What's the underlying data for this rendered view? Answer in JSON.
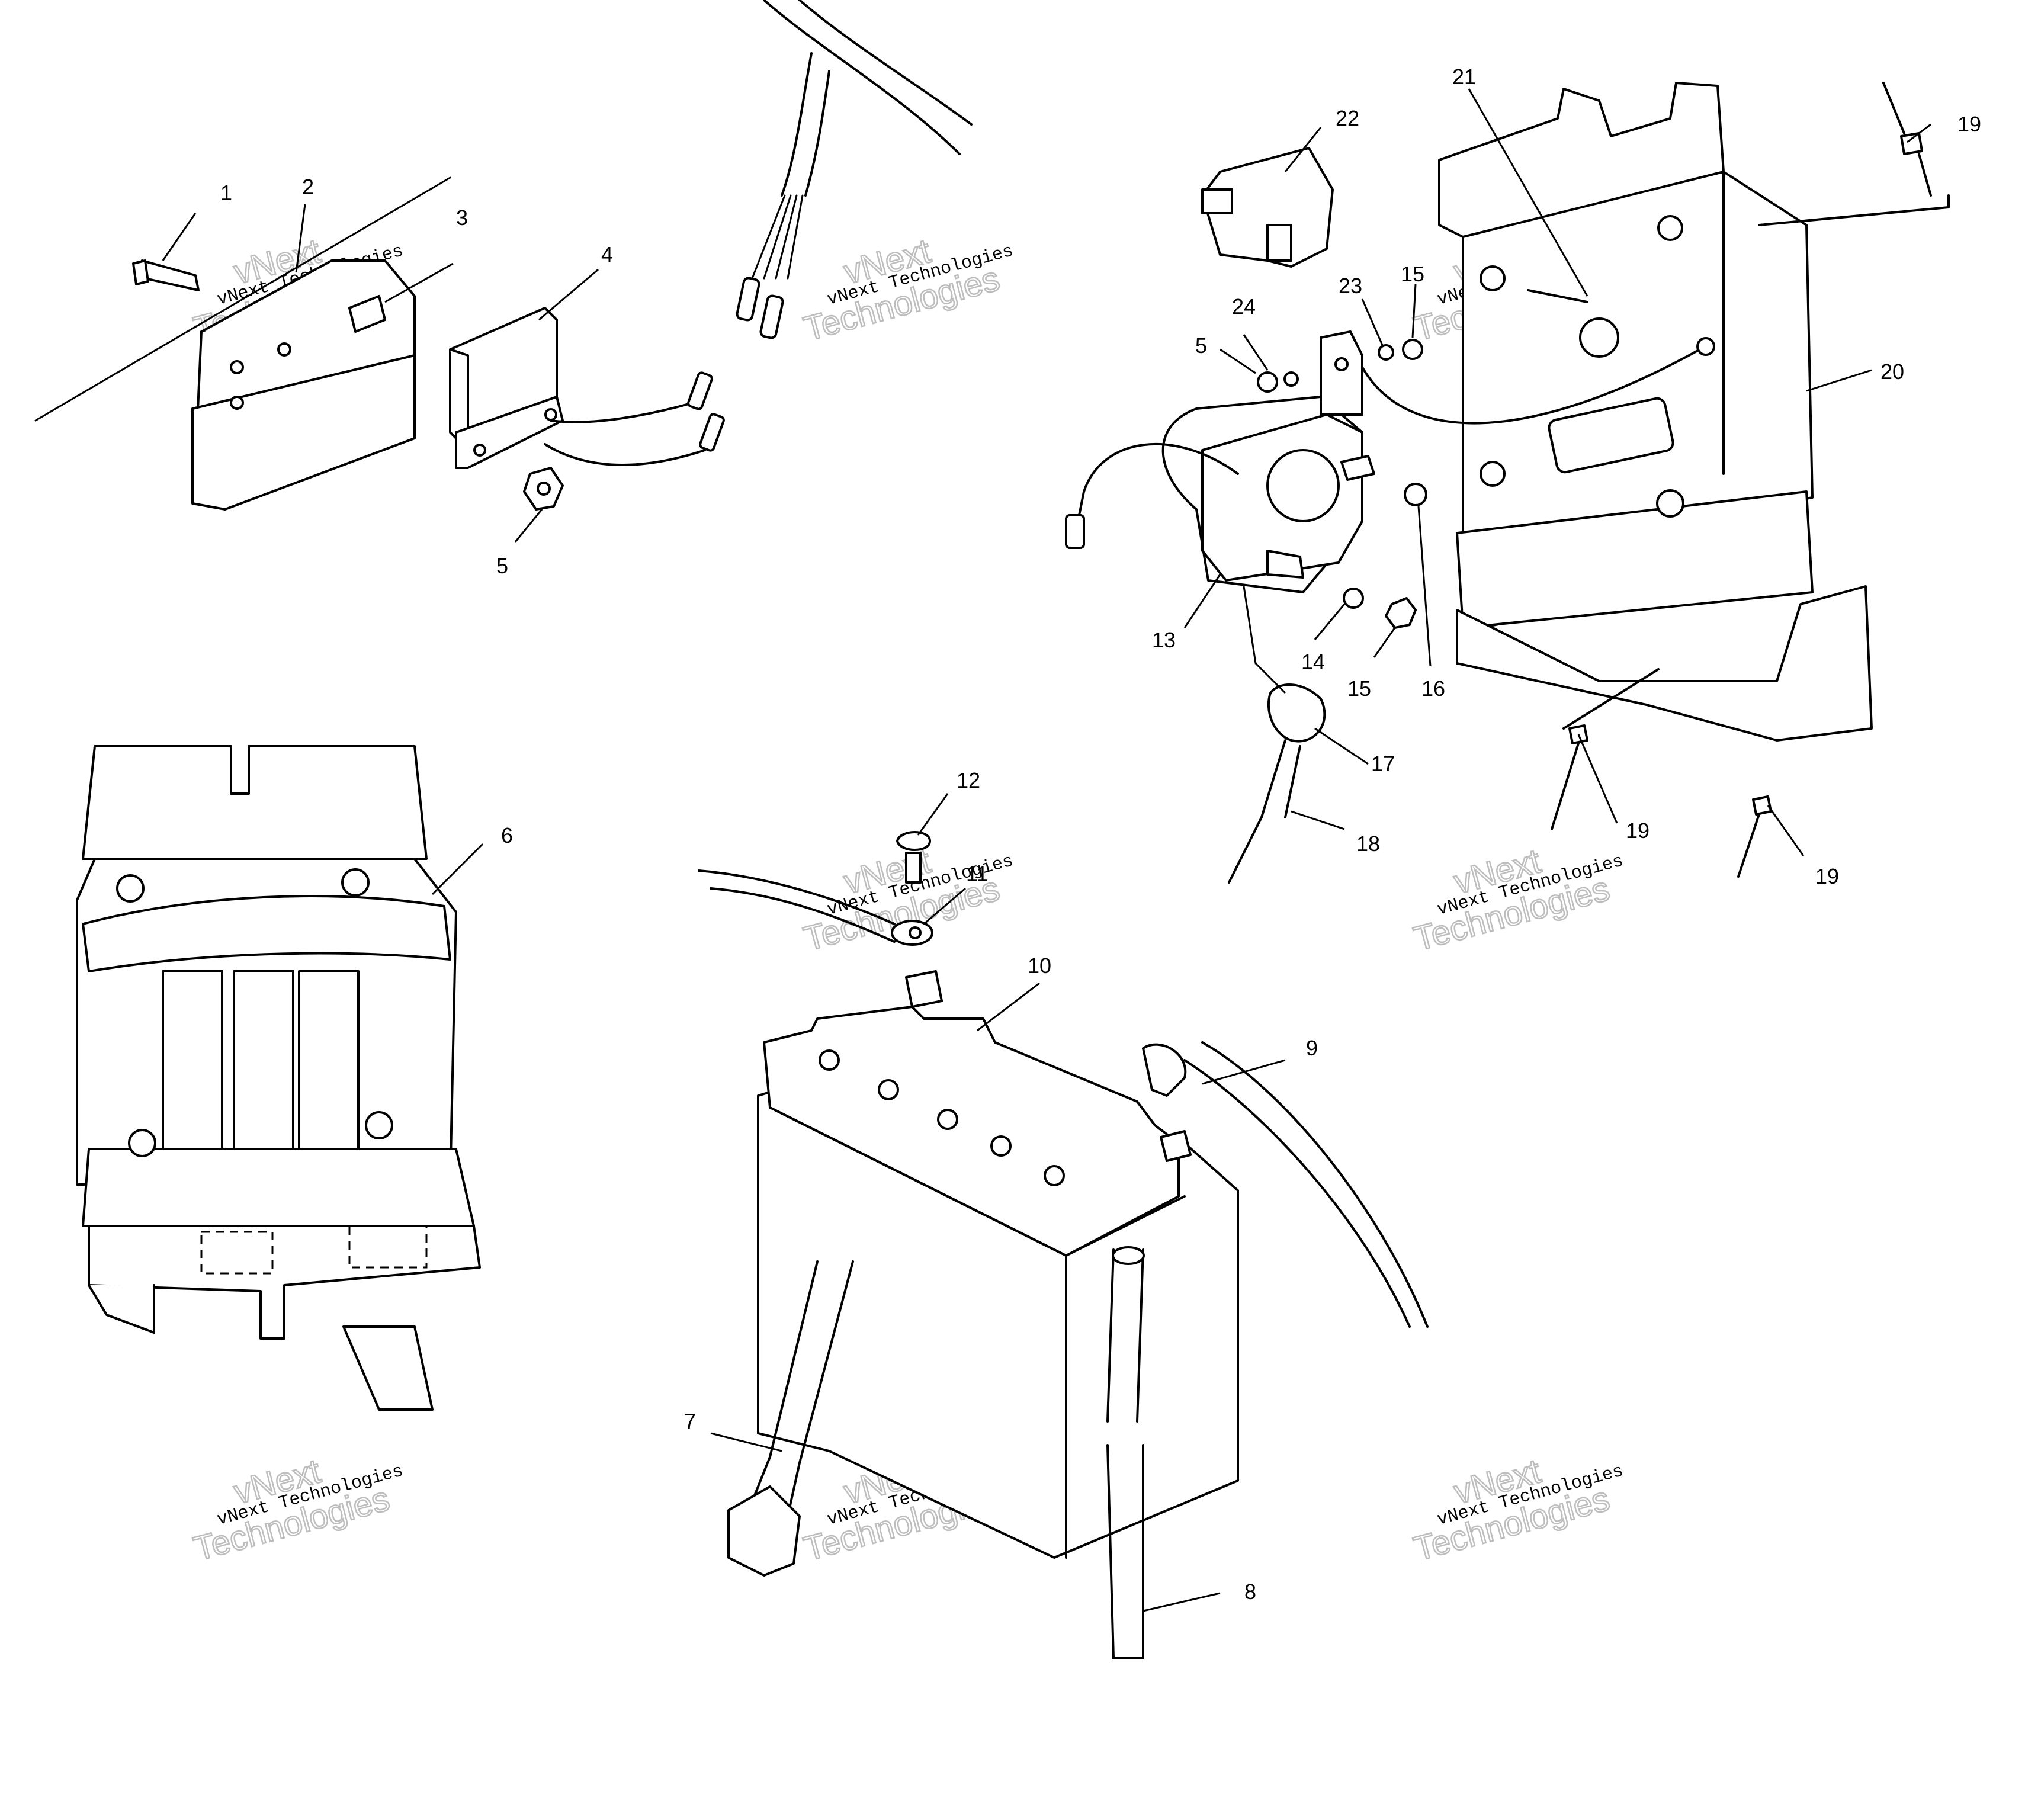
{
  "callouts": [
    {
      "id": "1",
      "text": "1"
    },
    {
      "id": "2",
      "text": "2"
    },
    {
      "id": "3",
      "text": "3"
    },
    {
      "id": "4",
      "text": "4"
    },
    {
      "id": "5a",
      "text": "5"
    },
    {
      "id": "5b",
      "text": "5"
    },
    {
      "id": "6",
      "text": "6"
    },
    {
      "id": "7",
      "text": "7"
    },
    {
      "id": "8",
      "text": "8"
    },
    {
      "id": "9",
      "text": "9"
    },
    {
      "id": "10",
      "text": "10"
    },
    {
      "id": "11",
      "text": "11"
    },
    {
      "id": "12",
      "text": "12"
    },
    {
      "id": "13",
      "text": "13"
    },
    {
      "id": "14",
      "text": "14"
    },
    {
      "id": "15a",
      "text": "15"
    },
    {
      "id": "15b",
      "text": "15"
    },
    {
      "id": "16",
      "text": "16"
    },
    {
      "id": "17",
      "text": "17"
    },
    {
      "id": "18",
      "text": "18"
    },
    {
      "id": "19a",
      "text": "19"
    },
    {
      "id": "19b",
      "text": "19"
    },
    {
      "id": "19c",
      "text": "19"
    },
    {
      "id": "20",
      "text": "20"
    },
    {
      "id": "21",
      "text": "21"
    },
    {
      "id": "22",
      "text": "22"
    },
    {
      "id": "23",
      "text": "23"
    },
    {
      "id": "24",
      "text": "24"
    }
  ],
  "watermark": {
    "line1": "vNext Technologies",
    "line2a": "vNext",
    "line2b": "Technologies"
  }
}
